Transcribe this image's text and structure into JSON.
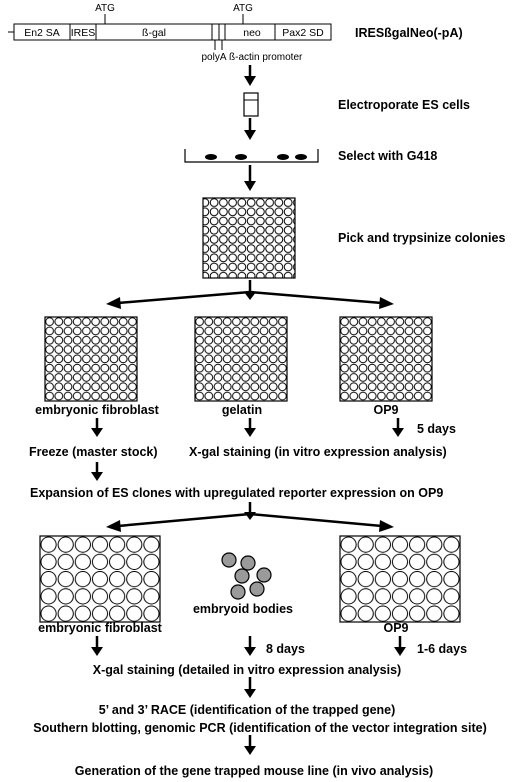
{
  "construct": {
    "name": "IRESßgalNeo(-pA)",
    "segments": {
      "en2sa": "En2 SA",
      "ires": "IRES",
      "bgal": "ß-gal",
      "neo": "neo",
      "pax2sd": "Pax2 SD"
    },
    "atg_label": "ATG",
    "polya_label": "polyA",
    "promoter_label": "ß-actin promoter"
  },
  "steps": {
    "electroporate": "Electroporate ES cells",
    "select": "Select with G418",
    "pick": "Pick and trypsinize colonies",
    "expansion": "Expansion of ES clones with upregulated reporter expression on OP9",
    "xgal_detailed": "X-gal staining (detailed in vitro expression analysis)",
    "race": "5’ and 3’ RACE (identification of the trapped gene)",
    "southern": "Southern blotting, genomic PCR (identification of the vector integration site)",
    "generation": "Generation of the gene trapped mouse line (in vivo analysis)"
  },
  "branch1": {
    "plates": [
      "embryonic fibroblast",
      "gelatin",
      "OP9"
    ],
    "freeze": "Freeze (master stock)",
    "xgal": "X-gal staining (in vitro expression analysis)",
    "op9_days": "5 days"
  },
  "branch2": {
    "left": "embryonic fibroblast",
    "middle": "embryoid bodies",
    "right": "OP9",
    "middle_days": "8 days",
    "right_days": "1-6 days"
  },
  "colors": {
    "ink": "#000000",
    "embryoid_fill": "#9a9a9a"
  }
}
